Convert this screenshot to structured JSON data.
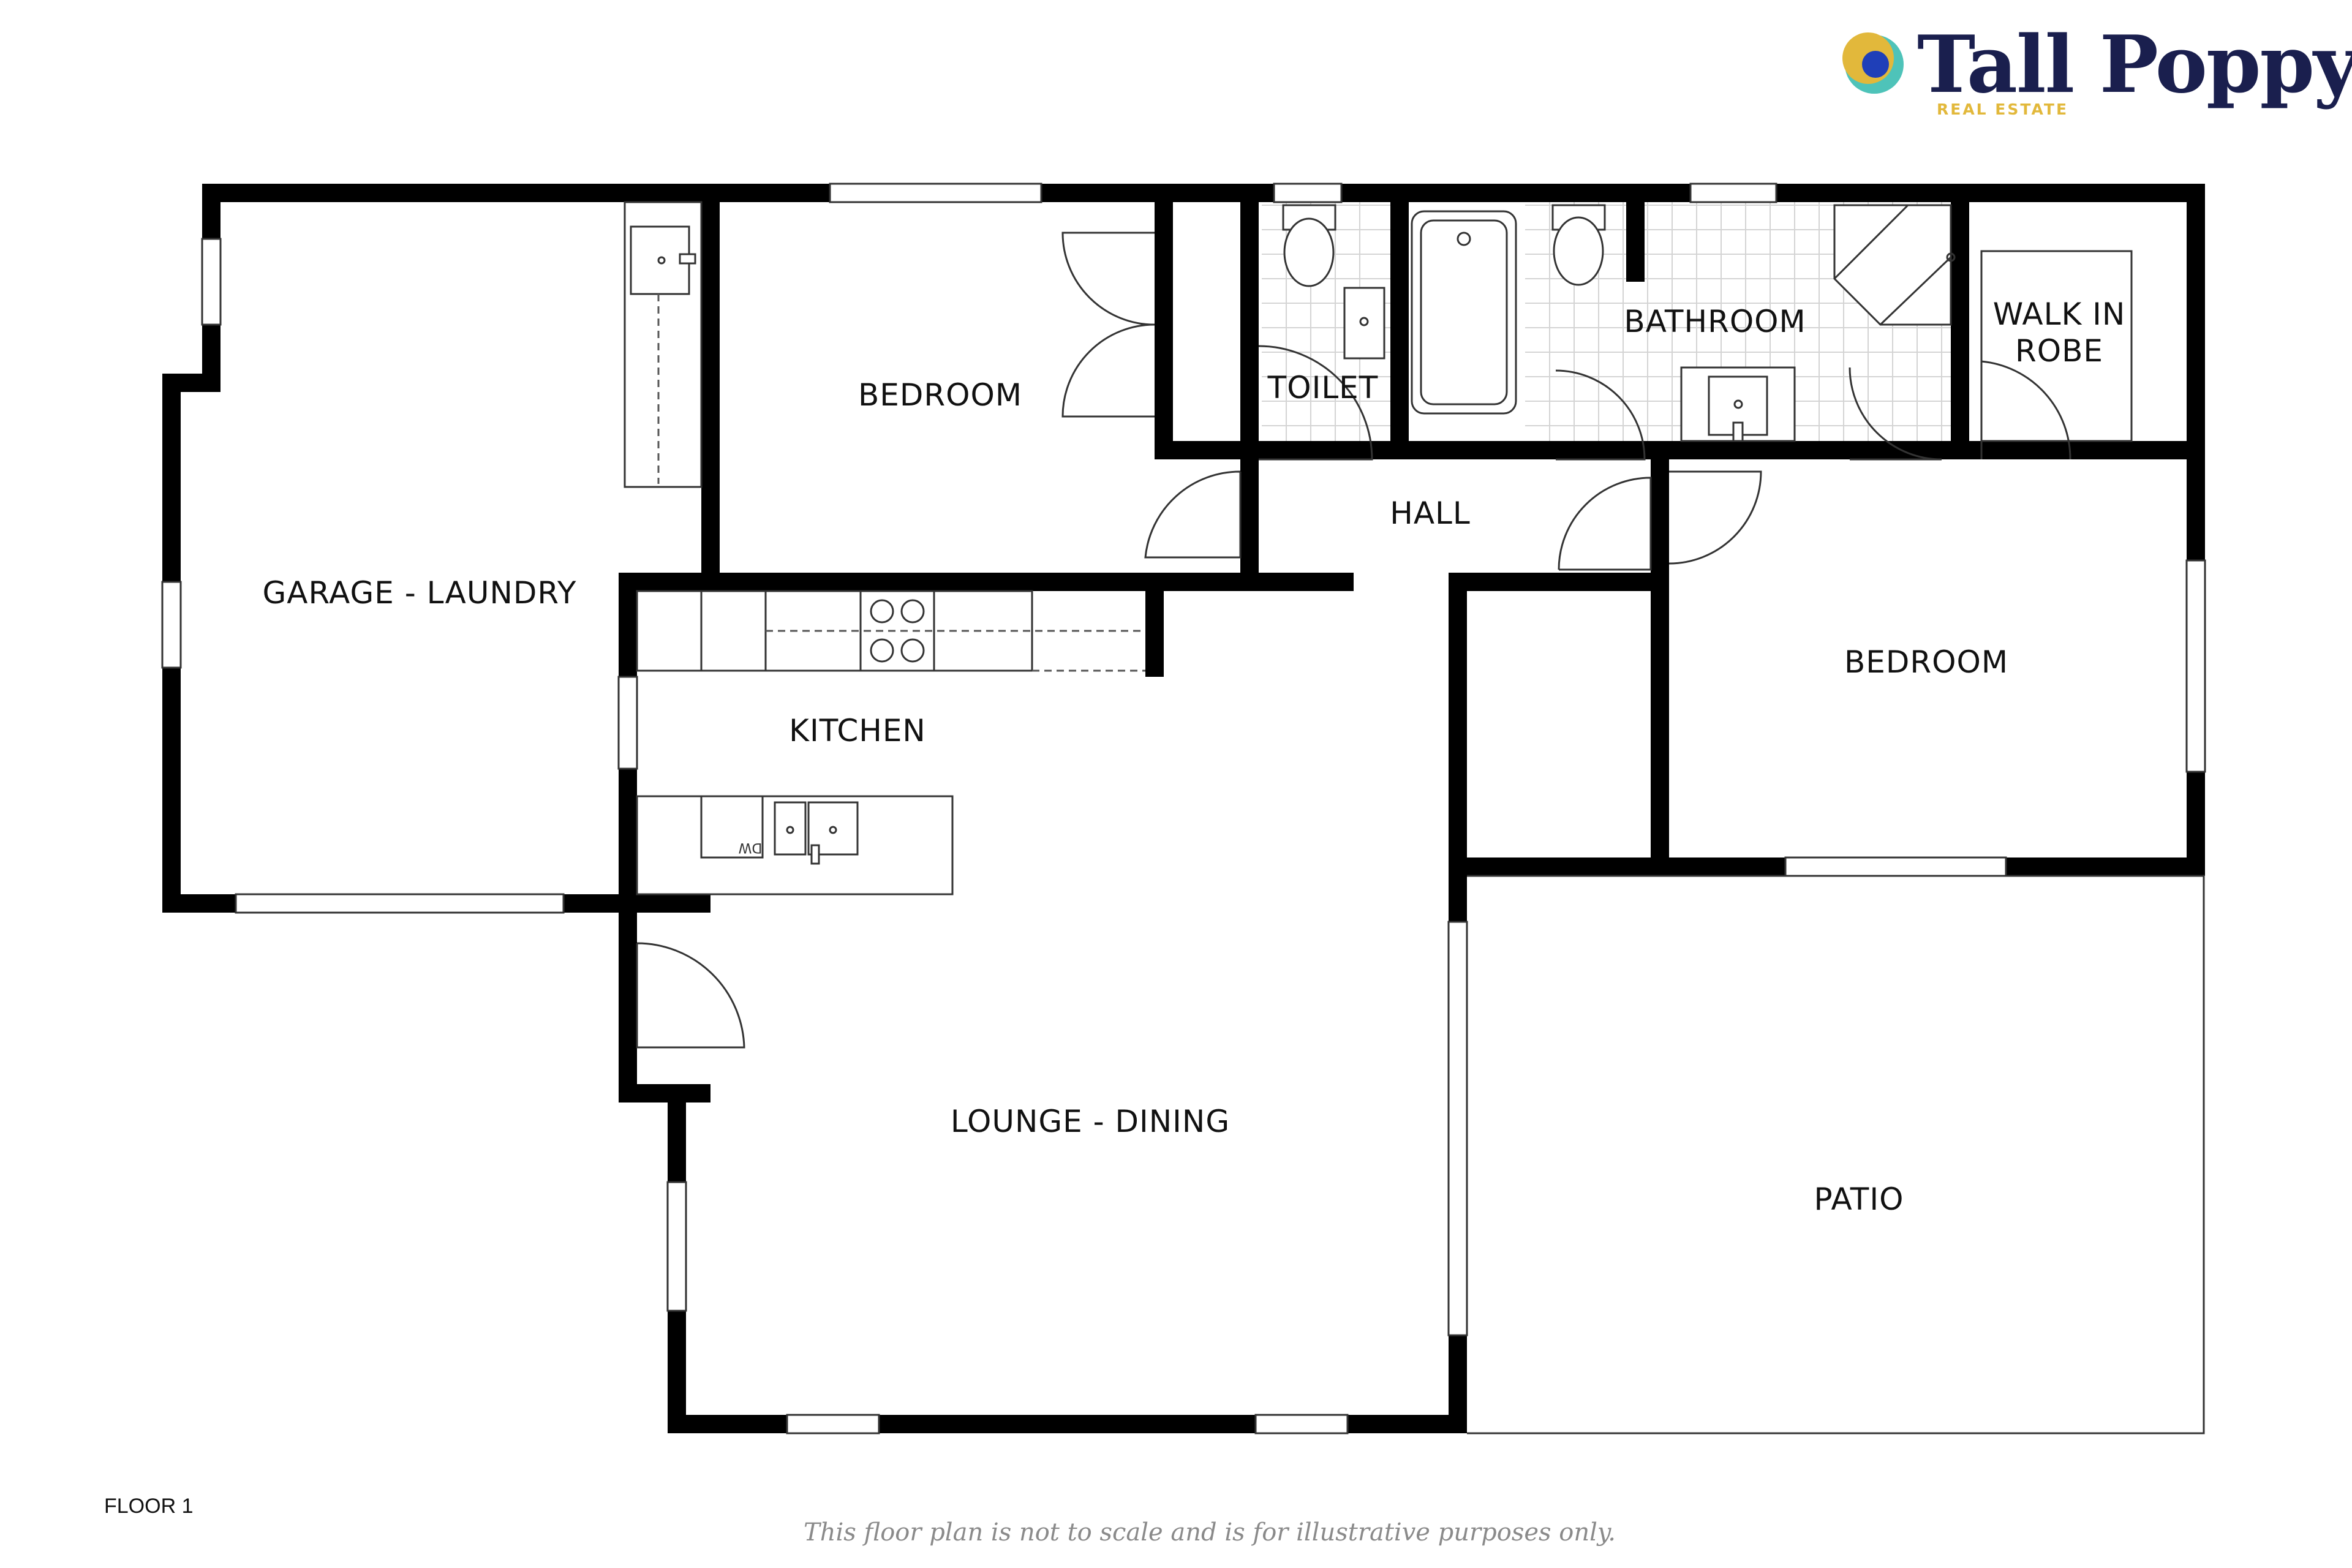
{
  "brand": {
    "name": "Tall Poppy",
    "tagline": "REAL ESTATE",
    "colors": {
      "navy": "#1a1f4e",
      "gold": "#e2b83b",
      "teal": "#4ec3b9",
      "blue": "#1f3fb8"
    }
  },
  "rooms": {
    "garage_laundry": "GARAGE - LAUNDRY",
    "bedroom_1": "BEDROOM",
    "toilet": "TOILET",
    "bathroom": "BATHROOM",
    "walk_in_robe_line1": "WALK IN",
    "walk_in_robe_line2": "ROBE",
    "hall": "HALL",
    "kitchen": "KITCHEN",
    "bedroom_2": "BEDROOM",
    "lounge_dining": "LOUNGE - DINING",
    "patio": "PATIO"
  },
  "fixtures": {
    "dishwasher": "DW"
  },
  "floor_label": "FLOOR 1",
  "disclaimer": "This floor plan is not to scale and is for illustrative purposes only."
}
